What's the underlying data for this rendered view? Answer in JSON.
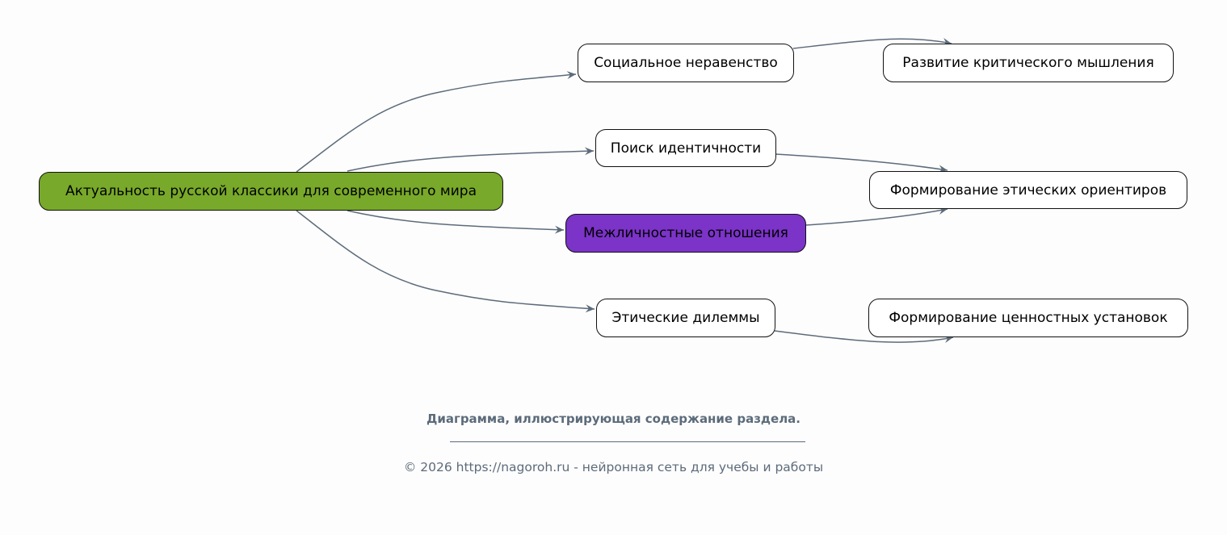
{
  "nodes": {
    "root": "Актуальность русской классики для современного мира",
    "social": "Социальное неравенство",
    "identity": "Поиск идентичности",
    "relations": "Межличностные отношения",
    "ethics": "Этические дилеммы",
    "critical": "Развитие критического мышления",
    "ethical_orient": "Формирование этических ориентиров",
    "values": "Формирование ценностных установок"
  },
  "colors": {
    "root": "#78a92a",
    "highlight": "#7b33c8",
    "edge": "#5c6b7a"
  },
  "caption": "Диаграмма, иллюстрирующая содержание раздела.",
  "footer": "© 2026 https://nagoroh.ru - нейронная сеть для учебы и работы"
}
